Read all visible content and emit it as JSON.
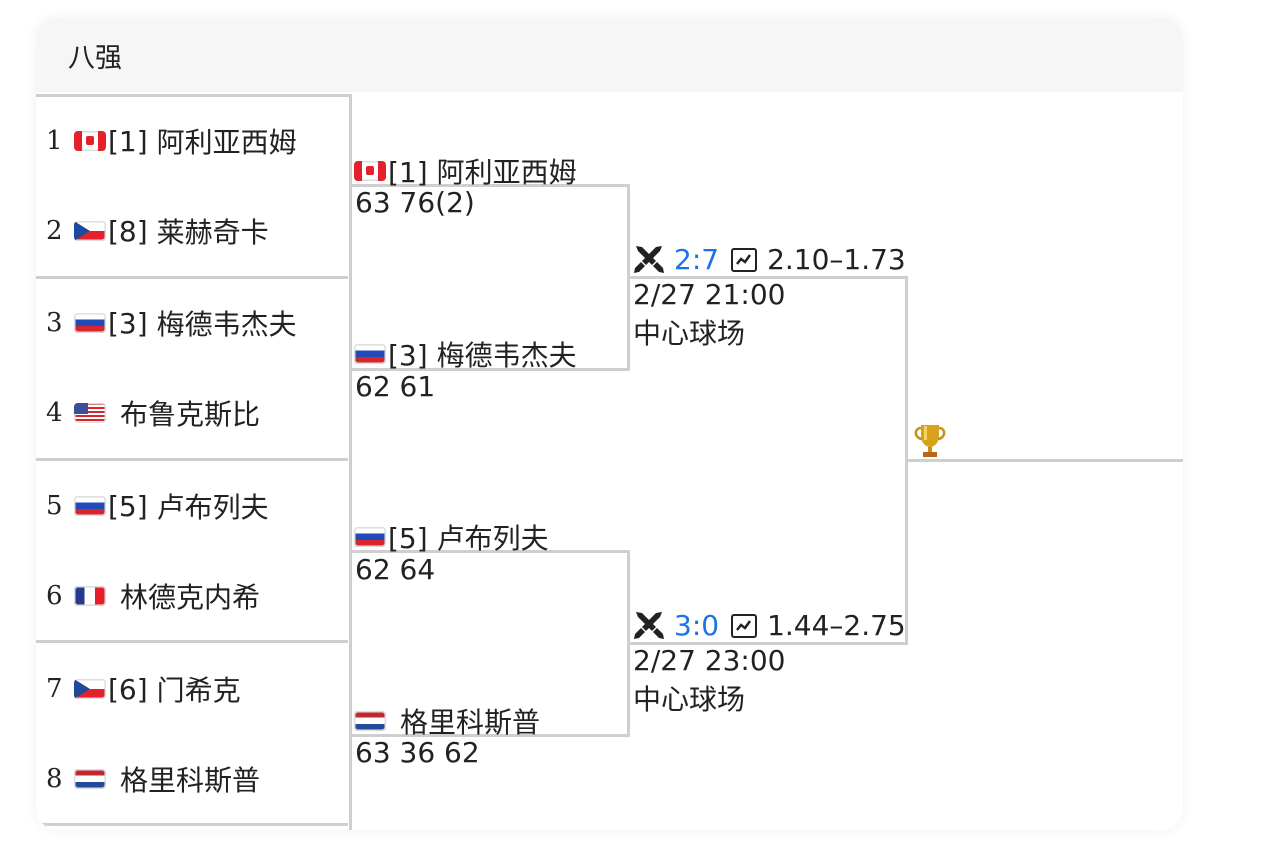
{
  "header": {
    "title": "八强"
  },
  "seeds": [
    {
      "num": "1",
      "flag": "canada",
      "seed": "[1]",
      "name": "阿利亚西姆"
    },
    {
      "num": "2",
      "flag": "czech",
      "seed": "[8]",
      "name": "莱赫奇卡"
    },
    {
      "num": "3",
      "flag": "russia",
      "seed": "[3]",
      "name": "梅德韦杰夫"
    },
    {
      "num": "4",
      "flag": "usa",
      "seed": "",
      "name": "布鲁克斯比"
    },
    {
      "num": "5",
      "flag": "russia",
      "seed": "[5]",
      "name": "卢布列夫"
    },
    {
      "num": "6",
      "flag": "france",
      "seed": "",
      "name": "林德克内希"
    },
    {
      "num": "7",
      "flag": "czech",
      "seed": "[6]",
      "name": "门希克"
    },
    {
      "num": "8",
      "flag": "netherlands",
      "seed": "",
      "name": "格里科斯普"
    }
  ],
  "quarterfinal_winners": [
    {
      "flag": "canada",
      "label": "[1] 阿利亚西姆",
      "score": "63 76(2)"
    },
    {
      "flag": "russia",
      "label": "[3] 梅德韦杰夫",
      "score": "62 61"
    },
    {
      "flag": "russia",
      "label": "[5] 卢布列夫",
      "score": "62 64"
    },
    {
      "flag": "netherlands",
      "label": "格里科斯普",
      "score": "63 36 62"
    }
  ],
  "semifinals": [
    {
      "icon": "crossed-swords-icon",
      "h2h": "2:7",
      "odds_icon": "chart-icon",
      "odds": "2.10–1.73",
      "datetime": "2/27 21:00",
      "venue": "中心球场"
    },
    {
      "icon": "crossed-swords-icon",
      "h2h": "3:0",
      "odds_icon": "chart-icon",
      "odds": "1.44–2.75",
      "datetime": "2/27 23:00",
      "venue": "中心球场"
    }
  ],
  "final": {
    "icon": "trophy-icon"
  },
  "colors": {
    "h2h_blue": "#1a73e8",
    "line_gray": "#cfcfcf",
    "header_bg": "#f6f6f6"
  }
}
